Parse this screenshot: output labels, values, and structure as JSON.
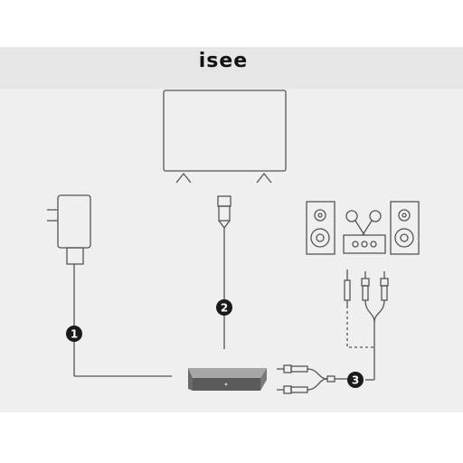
{
  "brand": {
    "logo_text": "isee"
  },
  "steps": [
    {
      "number": "1"
    },
    {
      "number": "2"
    },
    {
      "number": "3"
    }
  ],
  "colors": {
    "background": "#ffffff",
    "panel": "#efefef",
    "header_band": "#e6e6e6",
    "line": "#555555",
    "badge": "#1a1a1a"
  },
  "icons": [
    "tv-icon",
    "power-adapter-icon",
    "hdmi-connector-icon",
    "speaker-icon",
    "microphone-icon",
    "amplifier-icon",
    "aux-jack-icon",
    "rca-plug-icon",
    "tv-box-icon"
  ]
}
